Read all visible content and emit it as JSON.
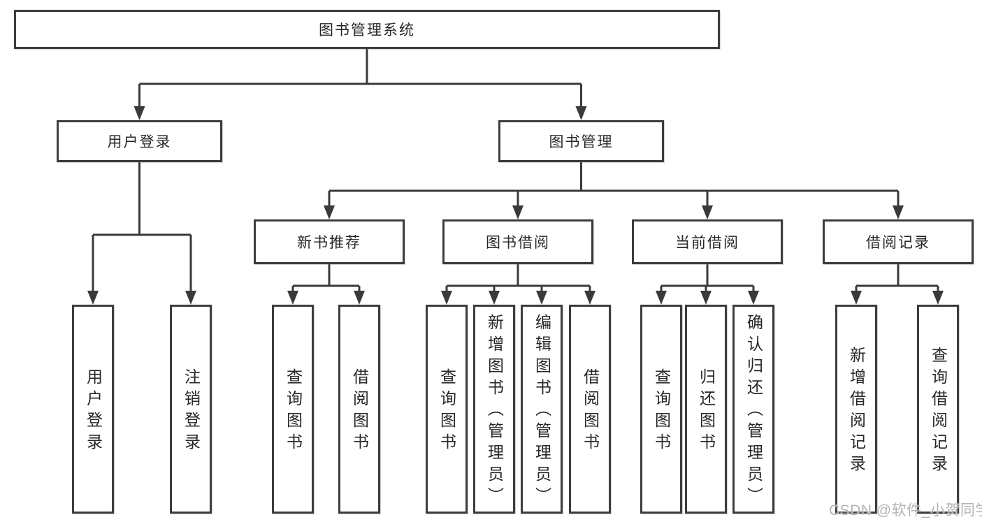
{
  "diagram": {
    "type": "hierarchy",
    "nodes": {
      "root": {
        "label": "图书管理系统"
      },
      "level2": [
        {
          "label": "用户登录"
        },
        {
          "label": "图书管理"
        }
      ],
      "level3": [
        {
          "label": "新书推荐",
          "parent": "图书管理"
        },
        {
          "label": "图书借阅",
          "parent": "图书管理"
        },
        {
          "label": "当前借阅",
          "parent": "图书管理"
        },
        {
          "label": "借阅记录",
          "parent": "图书管理"
        }
      ],
      "leaves": [
        {
          "label": "用户登录",
          "parent": "用户登录"
        },
        {
          "label": "注销登录",
          "parent": "用户登录"
        },
        {
          "label": "查询图书",
          "parent": "新书推荐"
        },
        {
          "label": "借阅图书",
          "parent": "新书推荐"
        },
        {
          "label": "查询图书",
          "parent": "图书借阅"
        },
        {
          "label": "新增图书（管理员）",
          "parent": "图书借阅"
        },
        {
          "label": "编辑图书（管理员）",
          "parent": "图书借阅"
        },
        {
          "label": "借阅图书",
          "parent": "图书借阅"
        },
        {
          "label": "查询图书",
          "parent": "当前借阅"
        },
        {
          "label": "归还图书",
          "parent": "当前借阅"
        },
        {
          "label": "确认归还（管理员）",
          "parent": "当前借阅"
        },
        {
          "label": "新增借阅记录",
          "parent": "借阅记录"
        },
        {
          "label": "查询借阅记录",
          "parent": "借阅记录"
        }
      ]
    },
    "colors": {
      "line": "#3a3a3a",
      "border": "#3d3d3d",
      "text": "#272727",
      "background": "#ffffff",
      "watermark": "#b3b3b3"
    }
  },
  "watermark": {
    "text": "CSDN @软件_小贺同学"
  }
}
